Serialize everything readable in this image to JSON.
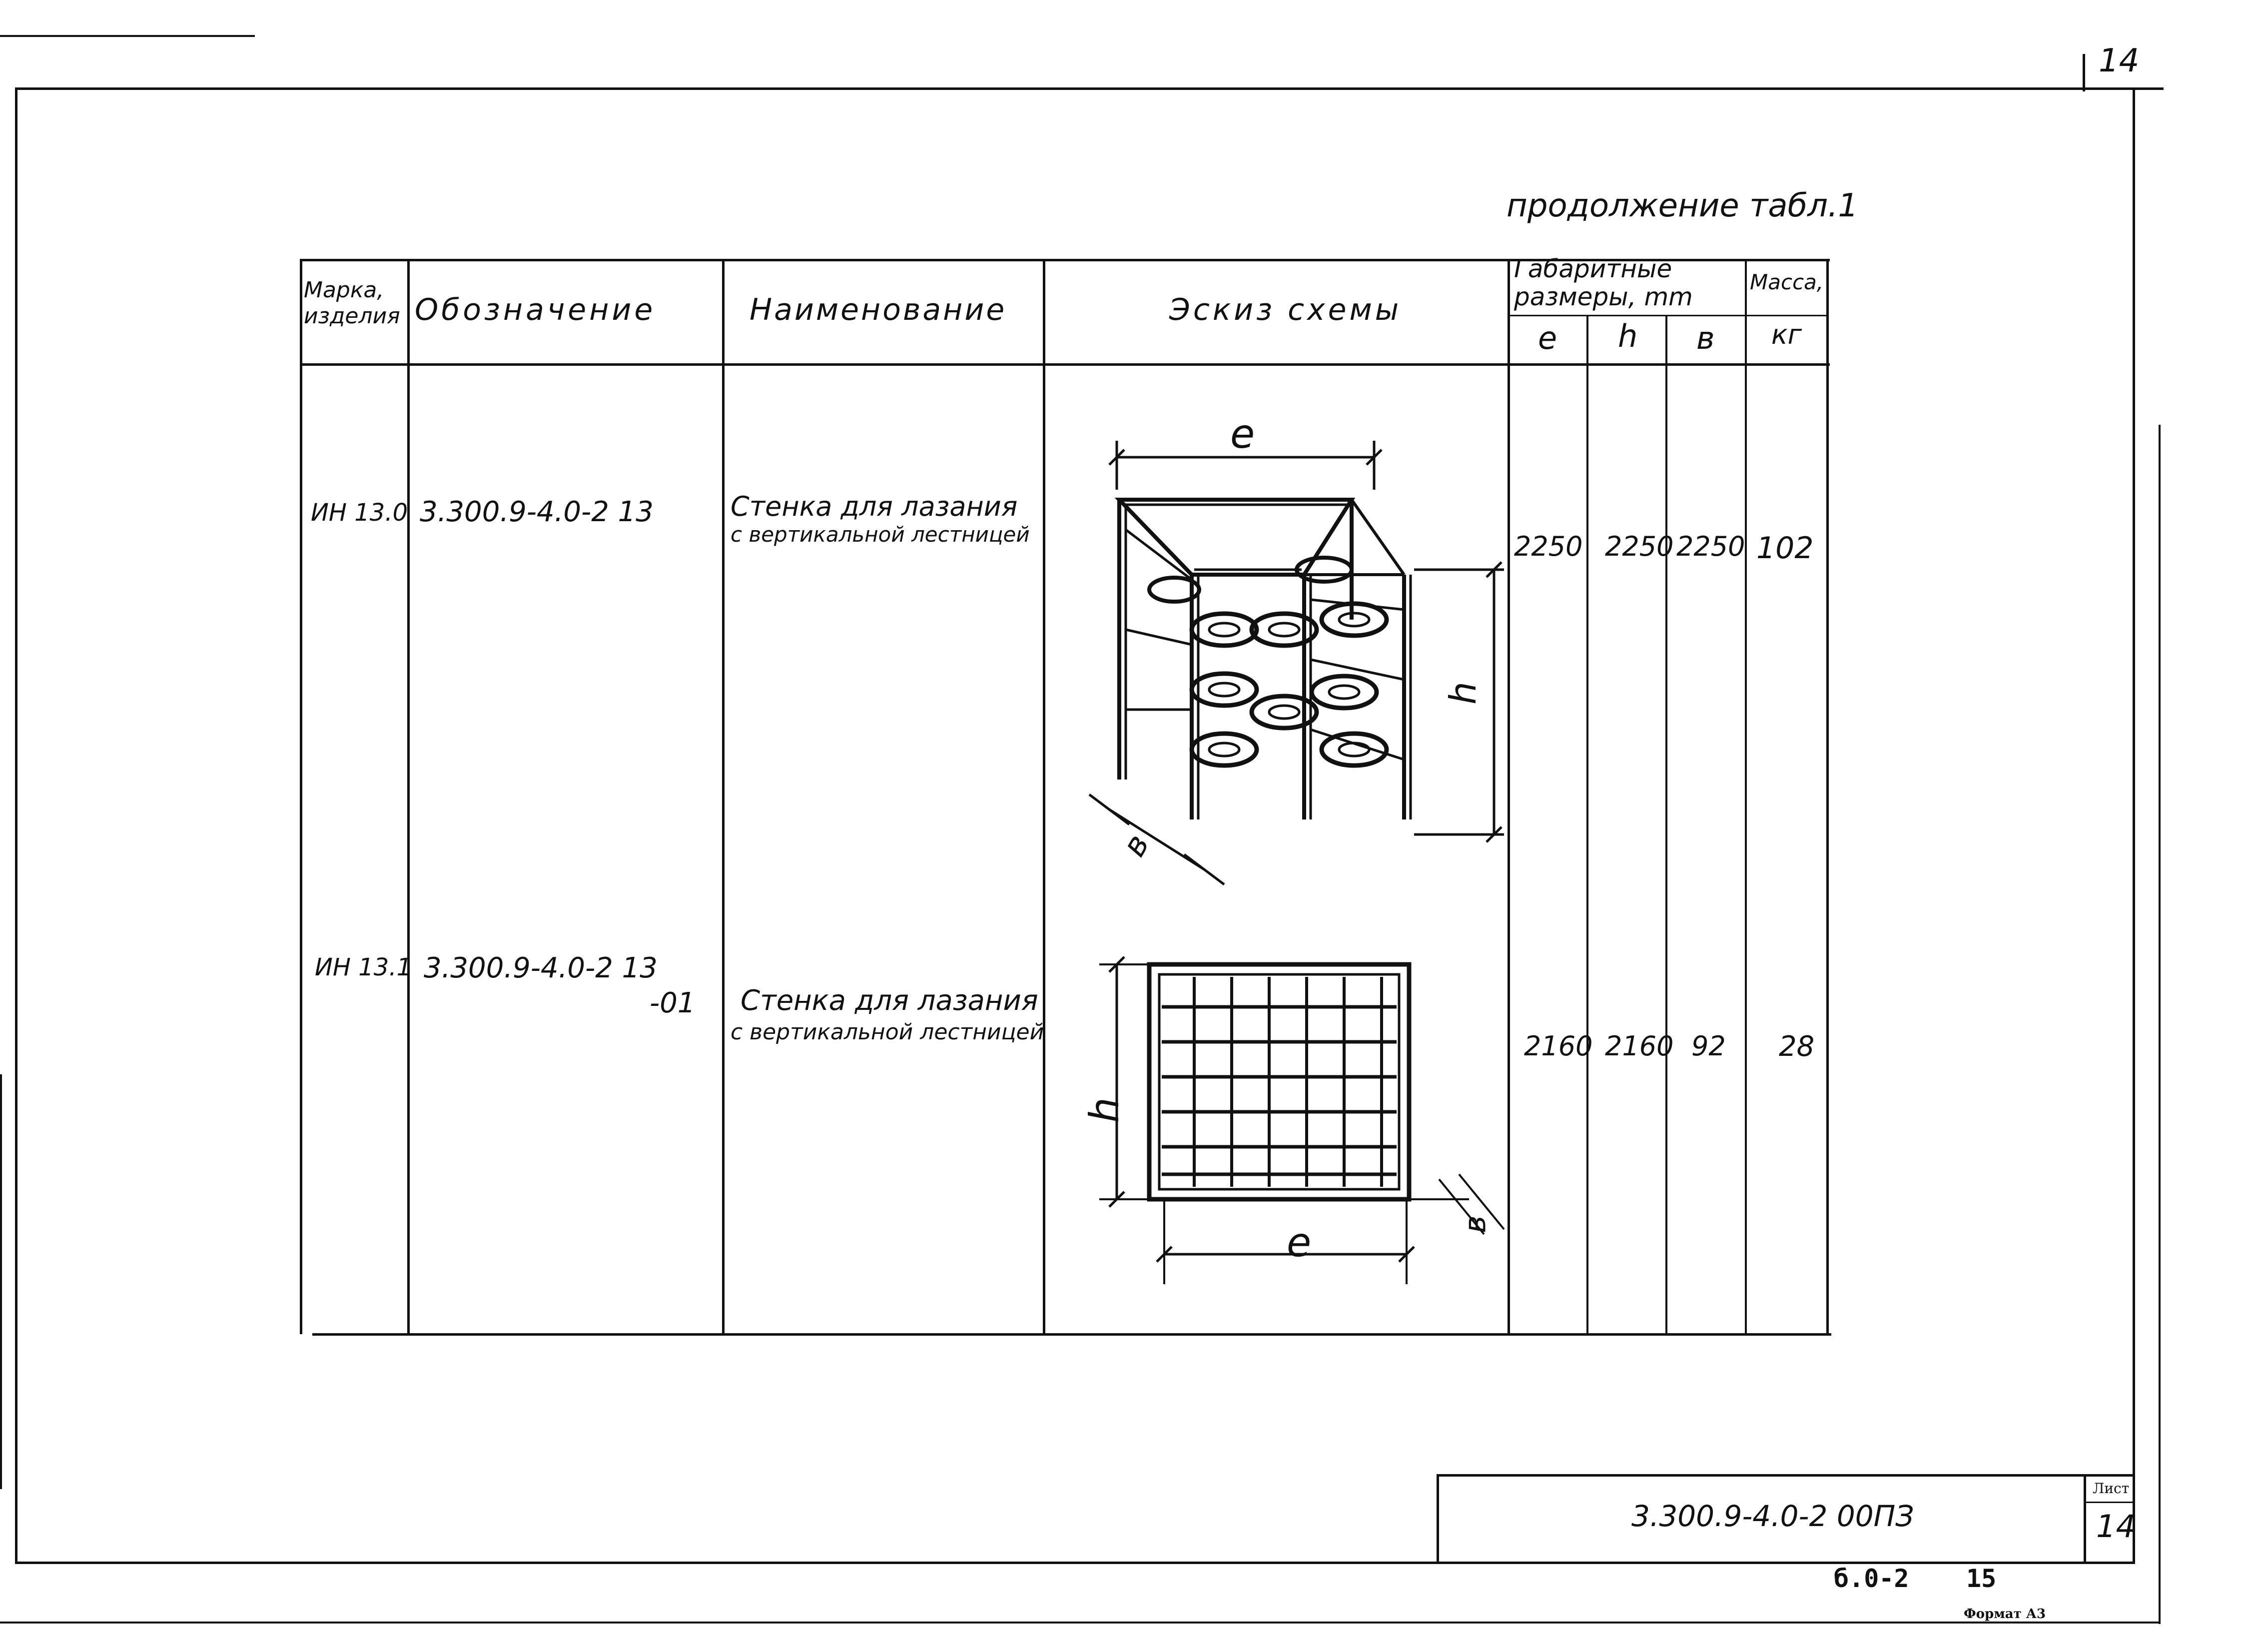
{
  "page_number": "14",
  "table_caption": "продолжение табл.1",
  "headers": {
    "mark": "Марка, изделия",
    "designation": "Обозначение",
    "name": "Наименование",
    "sketch": "Эскиз схемы",
    "dims": "Габаритные размеры, mm",
    "dim_l": "e",
    "dim_h": "h",
    "dim_b": "в",
    "mass": "Масса,",
    "mass_unit": "кг"
  },
  "rows": [
    {
      "mark": "ИН 13.0",
      "designation": "3.300.9-4.0-2 13",
      "designation_suffix": "",
      "name_line1": "Стенка для лазания",
      "name_line2": "с вертикальной лестницей",
      "l": "2250",
      "h": "2250",
      "b": "2250",
      "mass": "102",
      "sketch_labels": {
        "l": "e",
        "h": "h",
        "b": "в"
      }
    },
    {
      "mark": "ИН 13.1",
      "designation": "3.300.9-4.0-2 13",
      "designation_suffix": "-01",
      "name_line1": "Стенка для лазания",
      "name_line2": "с вертикальной лестницей",
      "l": "2160",
      "h": "2160",
      "b": "92",
      "mass": "28",
      "sketch_labels": {
        "l": "e",
        "h": "h",
        "b": "в"
      }
    }
  ],
  "title_block": {
    "doc_code": "3.300.9-4.0-2 00ПЗ",
    "sheet_label": "Лист",
    "sheet_number": "14"
  },
  "footer": {
    "code": "б.0-2",
    "number": "15",
    "format": "Формат А3"
  }
}
